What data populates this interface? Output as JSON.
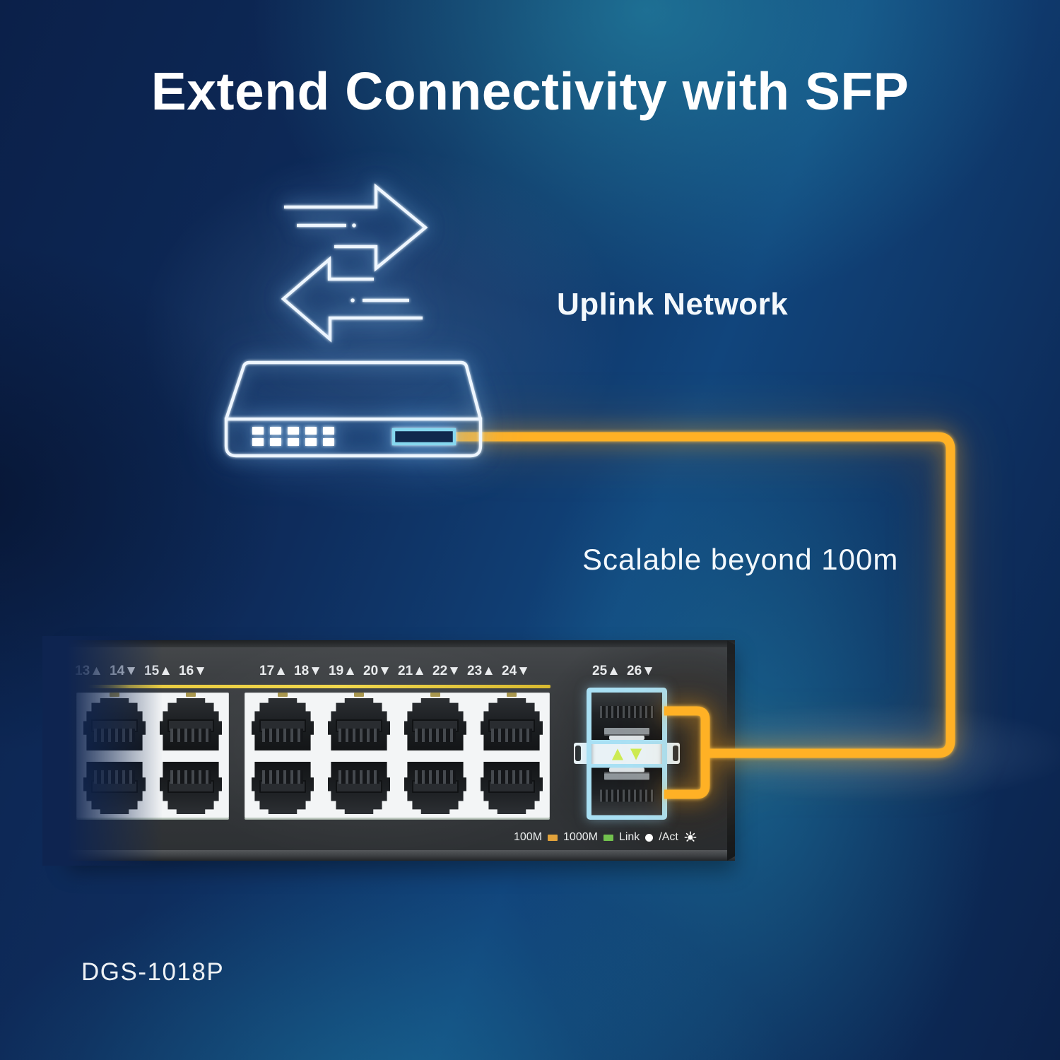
{
  "page": {
    "title": "Extend Connectivity with SFP"
  },
  "uplink": {
    "label": "Uplink Network"
  },
  "scalable": {
    "label": "Scalable beyond 100m"
  },
  "model": {
    "label": "DGS-1018P"
  },
  "switch": {
    "port_labels_group1": [
      "13▲",
      "14▼",
      "15▲",
      "16▼"
    ],
    "port_labels_group2": [
      "17▲",
      "18▼",
      "19▲",
      "20▼",
      "21▲",
      "22▼",
      "23▲",
      "24▼"
    ],
    "port_labels_group3": [
      "25▲",
      "26▼"
    ],
    "sfp_indicator_up": "▲",
    "sfp_indicator_down": "▼",
    "legend": {
      "speed_100m": "100M",
      "speed_1000m": "1000M",
      "link": "Link",
      "act": "/Act"
    }
  },
  "colors": {
    "cable_orange": "#ffb125",
    "sfp_highlight_cyan": "#a9e0f4",
    "uplink_port_cyan": "#86d7ef",
    "port_group_yellow": "#e9cb3f",
    "sfp_triangle_lime": "#cdeb52",
    "legend_100m_orange": "#e2a23b",
    "legend_1000m_green": "#72c14e",
    "neon_line_white": "#eef6ff",
    "background_navy": "#0e2c5c",
    "background_teal": "#2ca8be"
  }
}
